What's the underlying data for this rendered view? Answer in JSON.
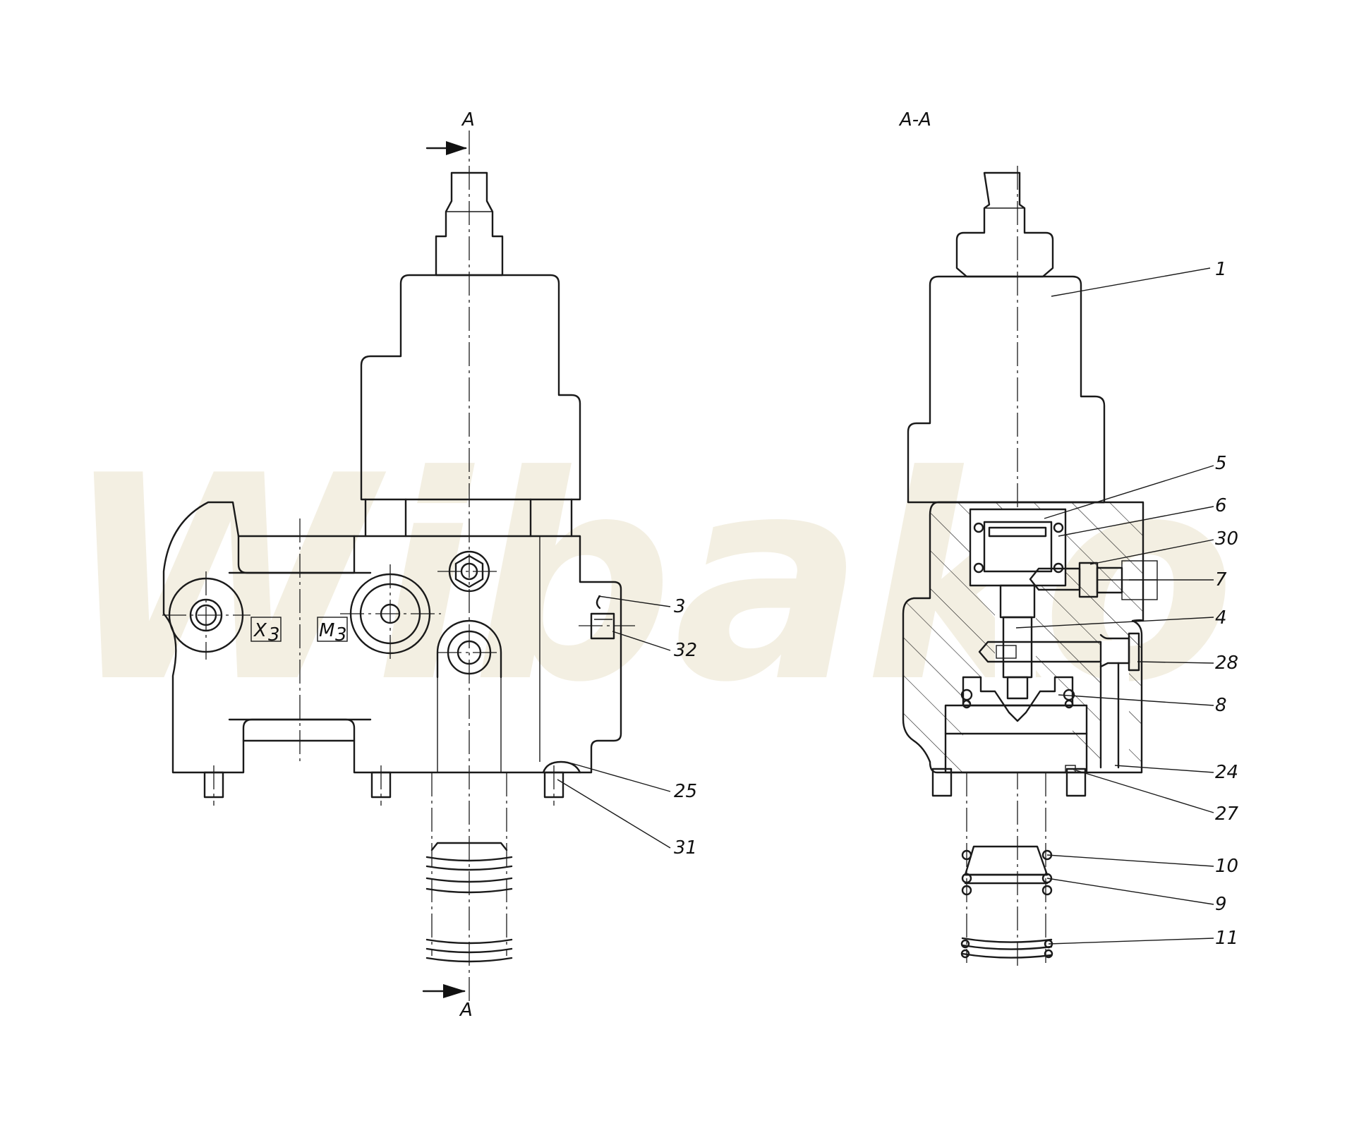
{
  "watermark": "Wibako",
  "left_view": {
    "section_marker_top": "A",
    "section_marker_bottom": "A",
    "ports": [
      {
        "name": "X",
        "sub": "3"
      },
      {
        "name": "M",
        "sub": "3"
      }
    ],
    "callouts": [
      "3",
      "32",
      "25",
      "31"
    ]
  },
  "right_view": {
    "section_title": "A-A",
    "callouts": [
      "1",
      "5",
      "6",
      "30",
      "7",
      "4",
      "28",
      "8",
      "24",
      "27",
      "10",
      "9",
      "11"
    ]
  },
  "colors": {
    "line": "#1a1a1a",
    "watermark": "#f3efe2",
    "background": "#ffffff"
  }
}
